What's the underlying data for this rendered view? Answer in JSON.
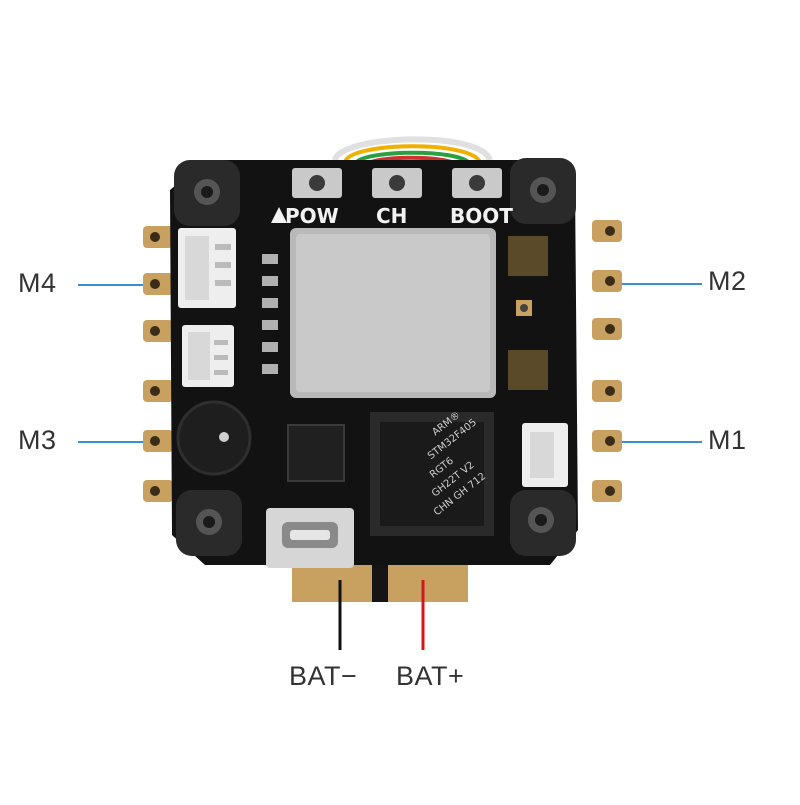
{
  "labels": {
    "m1": "M1",
    "m2": "M2",
    "m3": "M3",
    "m4": "M4",
    "bat_minus": "BAT−",
    "bat_plus": "BAT+"
  },
  "board": {
    "silkscreen": {
      "pow": "POW",
      "ch": "CH",
      "boot": "BOOT"
    },
    "mcu_text": [
      "ARM®",
      "STM32F405",
      "RGT6",
      "GH22T V2",
      "CHN GH 712"
    ]
  },
  "colors": {
    "motor_leader": "#3a8fd0",
    "bat_minus_wire": "#111111",
    "bat_plus_wire": "#d01818",
    "pcb": "#121212",
    "gold_pad": "#c8a060"
  }
}
